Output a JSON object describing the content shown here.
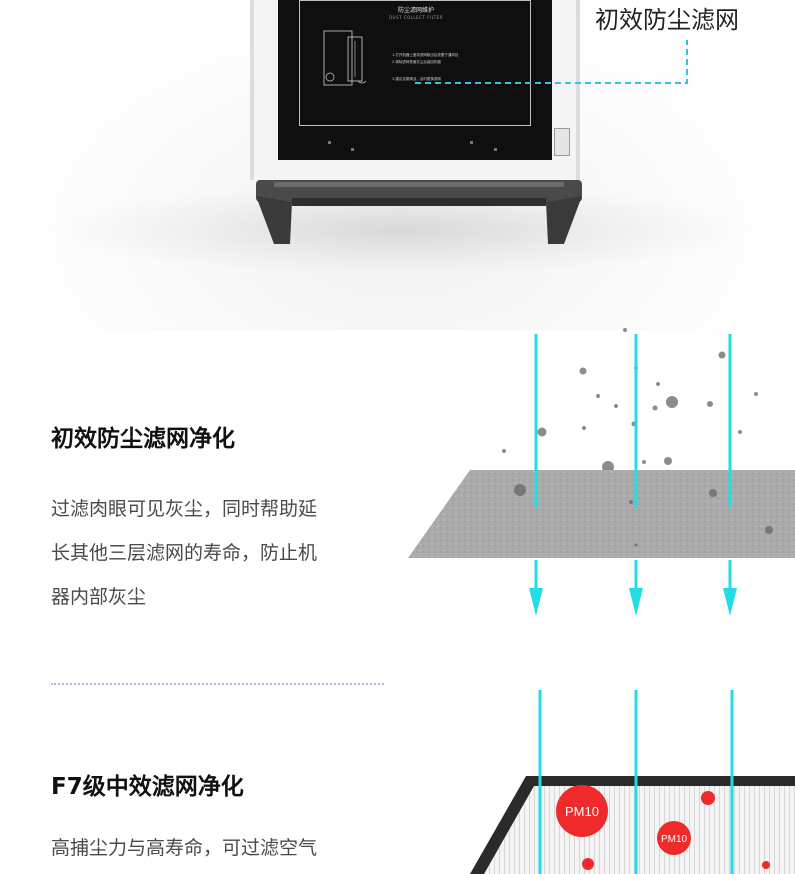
{
  "product_panel": {
    "title": "防尘滤网维护",
    "subtitle": "DUST COLLECT FILTER",
    "note_1": "1.打开机器上盖将滤网取出后放置于通风处",
    "note_2": "2.清除滤网表面灰尘后装回机器",
    "note_3": "3.建议定期清洁，及时更换滤网"
  },
  "callout": {
    "label": "初效防尘滤网"
  },
  "section_primary": {
    "title": "初效防尘滤网净化",
    "description_lines": [
      "过滤肉眼可见灰尘，同时帮助延",
      "长其他三层滤网的寿命，防止机",
      "器内部灰尘"
    ]
  },
  "section_f7": {
    "title": "F7级中效滤网净化",
    "description": "高捕尘力与高寿命，可过滤空气",
    "particle_labels": [
      "PM10",
      "PM10"
    ]
  },
  "colors": {
    "arrow": "#22dde6",
    "callout_line": "#31c3e6",
    "particle_red": "#ee2a2a",
    "filter_gray": "#a9a9a9",
    "divider": "#a9c1d6"
  },
  "icons": [
    "filter-diagram",
    "down-arrow-icon",
    "dust-particle",
    "pm10-particle"
  ]
}
